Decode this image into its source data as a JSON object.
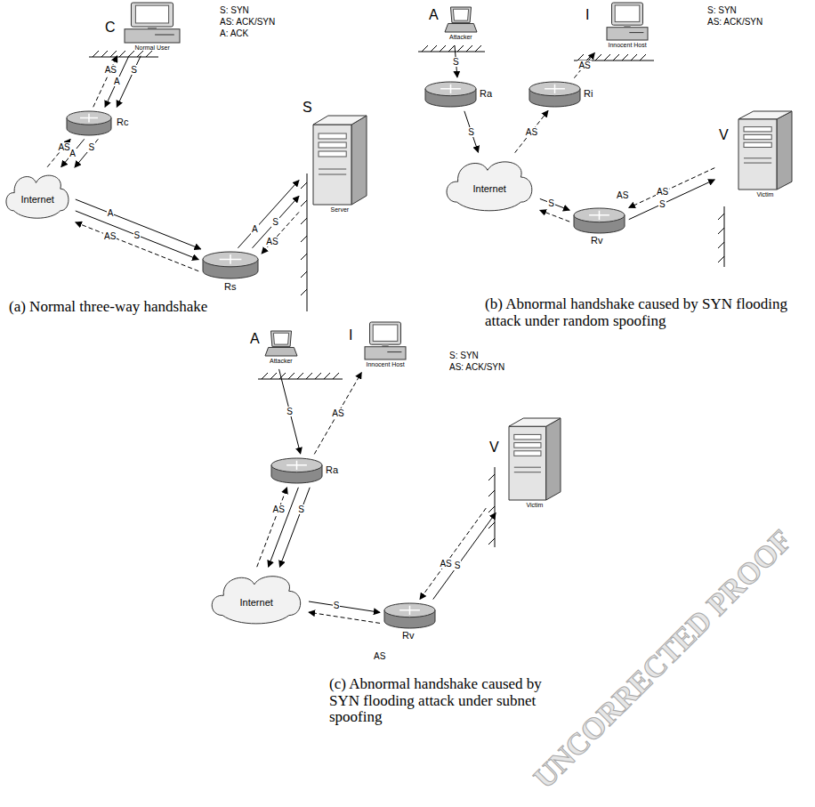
{
  "diagram": {
    "nodes": [
      {
        "text": [
          "C",
          "Normal User"
        ]
      },
      {
        "text": [
          "Rc"
        ]
      },
      {
        "text": [
          "Internet"
        ]
      },
      {
        "text": [
          "Rs"
        ]
      },
      {
        "text": [
          "S",
          "Server"
        ]
      },
      {
        "text": [
          "A",
          "Attacker"
        ]
      },
      {
        "text": [
          "I",
          "Innocent Host"
        ]
      },
      {
        "text": [
          "Ra"
        ]
      },
      {
        "text": [
          "Ri"
        ]
      },
      {
        "text": [
          "V",
          "Victim"
        ]
      },
      {
        "text": [
          "Internet"
        ]
      },
      {
        "text": [
          "Rv"
        ]
      },
      {
        "text": [
          "A",
          "Attacker"
        ]
      },
      {
        "text": [
          "I",
          "Innocent Host"
        ]
      },
      {
        "text": [
          "V",
          "Victim"
        ]
      },
      {
        "text": [
          "Ra"
        ]
      },
      {
        "text": [
          "Internet"
        ]
      },
      {
        "text": [
          "Rv"
        ]
      }
    ],
    "edges": [
      {
        "from": 0,
        "to": 1,
        "label": "S",
        "arrow": "to"
      },
      {
        "from": 0,
        "to": 1,
        "label": "A",
        "arrow": "to"
      },
      {
        "from": 1,
        "to": 0,
        "label": "AS",
        "arrow": "to"
      },
      {
        "from": 1,
        "to": 2,
        "label": "S",
        "arrow": "to"
      },
      {
        "from": 1,
        "to": 2,
        "label": "A",
        "arrow": "to"
      },
      {
        "from": 2,
        "to": 1,
        "label": "AS",
        "arrow": "to"
      },
      {
        "from": 2,
        "to": 3,
        "label": "A",
        "arrow": "to"
      },
      {
        "from": 2,
        "to": 3,
        "label": "S",
        "arrow": "to"
      },
      {
        "from": 3,
        "to": 2,
        "label": "AS",
        "arrow": "to"
      },
      {
        "from": 3,
        "to": 4,
        "label": "A",
        "arrow": "to"
      },
      {
        "from": 3,
        "to": 4,
        "label": "S",
        "arrow": "to"
      },
      {
        "from": 4,
        "to": 3,
        "label": "AS",
        "arrow": "to"
      },
      {
        "from": 5,
        "to": 7,
        "label": "S",
        "arrow": "to"
      },
      {
        "from": 7,
        "to": 10,
        "label": "S",
        "arrow": "to"
      },
      {
        "from": 10,
        "to": 11,
        "label": "S",
        "arrow": "to"
      },
      {
        "from": 11,
        "to": 10,
        "arrow": "to"
      },
      {
        "from": 11,
        "to": 9,
        "label": "S",
        "arrow": "to"
      },
      {
        "from": 9,
        "to": 11,
        "label": "AS",
        "arrow": "to"
      },
      {
        "from": 10,
        "to": 8,
        "label": "AS",
        "arrow": "to"
      },
      {
        "from": 8,
        "to": 6,
        "label": "AS",
        "arrow": "to"
      },
      {
        "from": 12,
        "to": 15,
        "label": "S",
        "arrow": "to"
      },
      {
        "from": 15,
        "to": 16,
        "label": "S",
        "arrow": "to"
      },
      {
        "from": 15,
        "to": 16,
        "arrow": "to"
      },
      {
        "from": 16,
        "to": 15,
        "label": "AS",
        "arrow": "to"
      },
      {
        "from": 16,
        "to": 17,
        "label": "S",
        "arrow": "to"
      },
      {
        "from": 17,
        "to": 16,
        "arrow": "to"
      },
      {
        "from": 17,
        "to": 14,
        "label": "S",
        "arrow": "to"
      },
      {
        "from": 14,
        "to": 17,
        "label": "AS",
        "arrow": "to"
      },
      {
        "from": 15,
        "to": 13,
        "label": "AS",
        "arrow": "to"
      }
    ],
    "labels": [
      "S: SYN",
      "AS: ACK/SYN",
      "A: ACK",
      "(a) Normal three-way handshake",
      "S: SYN",
      "AS: ACK/SYN",
      "AS",
      "(b) Abnormal handshake caused by SYN flooding attack under random spoofing",
      "S: SYN",
      "AS: ACK/SYN",
      "AS",
      "(c) Abnormal handshake caused by SYN flooding attack under subnet spoofing",
      "UNCORRECTED PROOF"
    ]
  }
}
